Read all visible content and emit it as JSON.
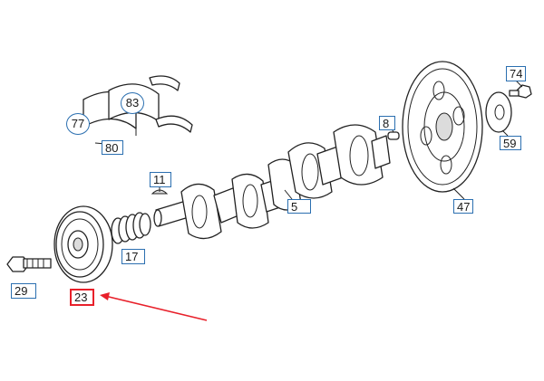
{
  "callouts": [
    {
      "id": "29",
      "label": "29"
    },
    {
      "id": "23",
      "label": "23",
      "highlighted": true
    },
    {
      "id": "17",
      "label": "17"
    },
    {
      "id": "11",
      "label": "11"
    },
    {
      "id": "5",
      "label": "5"
    },
    {
      "id": "8",
      "label": "8"
    },
    {
      "id": "47",
      "label": "47"
    },
    {
      "id": "74",
      "label": "74"
    },
    {
      "id": "59",
      "label": "59"
    },
    {
      "id": "77",
      "label": "77"
    },
    {
      "id": "83",
      "label": "83"
    },
    {
      "id": "80",
      "label": "80"
    }
  ],
  "colors": {
    "callout_border": "#2b6fb0",
    "highlight": "#e8202a",
    "line_art": "#222222"
  }
}
